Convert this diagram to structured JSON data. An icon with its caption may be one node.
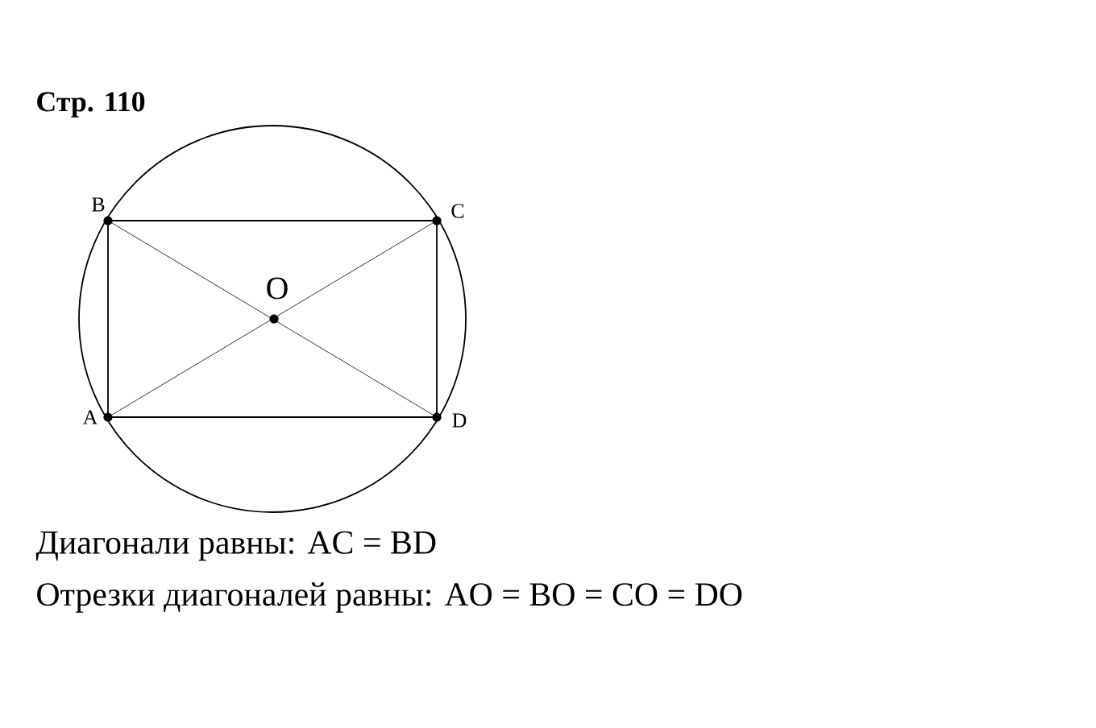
{
  "diagram": {
    "title": "Стр. 110",
    "labels": [
      "B",
      "C",
      "O",
      "A",
      "D",
      "Диагонали равны: AC = BD",
      "Отрезки диагоналей равны: AO = BO = CO = DO"
    ]
  }
}
